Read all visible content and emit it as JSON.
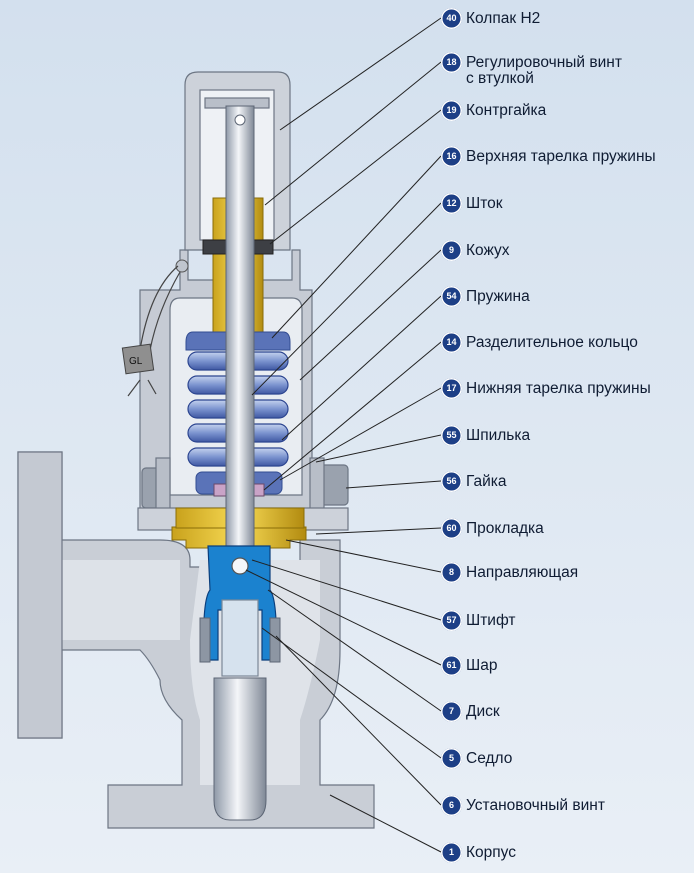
{
  "diagram": {
    "gl_tag": "GL",
    "callouts": [
      {
        "num": "40",
        "text": "Колпак H2"
      },
      {
        "num": "18",
        "text": "Регулировочный винт",
        "text2": "с втулкой"
      },
      {
        "num": "19",
        "text": "Контргайка"
      },
      {
        "num": "16",
        "text": "Верхняя тарелка пружины"
      },
      {
        "num": "12",
        "text": "Шток"
      },
      {
        "num": "9",
        "text": "Кожух"
      },
      {
        "num": "54",
        "text": "Пружина"
      },
      {
        "num": "14",
        "text": "Разделительное кольцо"
      },
      {
        "num": "17",
        "text": "Нижняя тарелка пружины"
      },
      {
        "num": "55",
        "text": "Шпилька"
      },
      {
        "num": "56",
        "text": "Гайка"
      },
      {
        "num": "60",
        "text": "Прокладка"
      },
      {
        "num": "8",
        "text": "Направляющая"
      },
      {
        "num": "57",
        "text": "Штифт"
      },
      {
        "num": "61",
        "text": "Шар"
      },
      {
        "num": "7",
        "text": "Диск"
      },
      {
        "num": "5",
        "text": "Седло"
      },
      {
        "num": "6",
        "text": "Установочный винт"
      },
      {
        "num": "1",
        "text": "Корпус"
      }
    ]
  }
}
